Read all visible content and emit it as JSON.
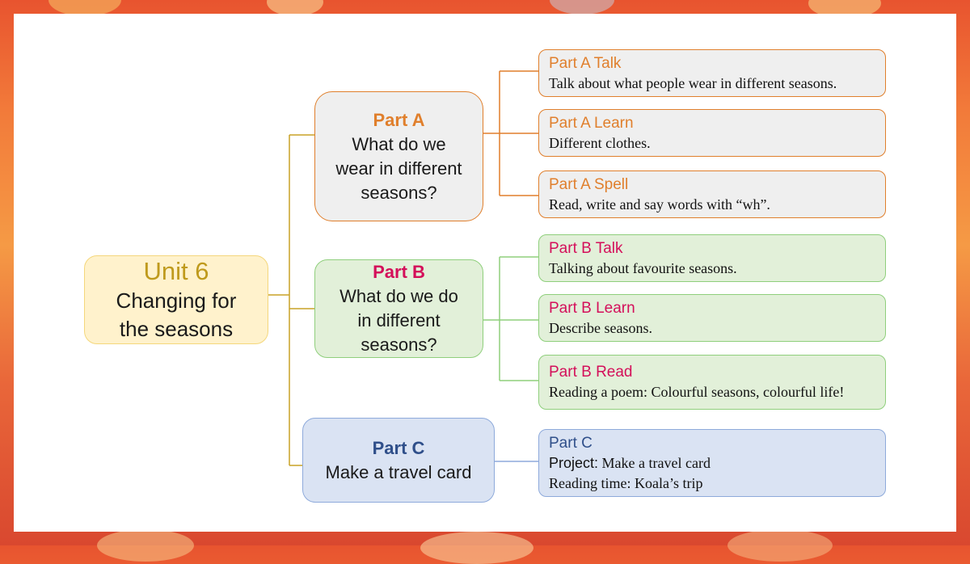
{
  "root": {
    "unit": "Unit 6",
    "title_line1": "Changing for",
    "title_line2": "the seasons"
  },
  "part_a": {
    "heading": "Part A",
    "question_line1": "What do we",
    "question_line2": "wear in different",
    "question_line3": "seasons?",
    "items": [
      {
        "title": "Part A Talk",
        "desc": "Talk about what people wear in different seasons."
      },
      {
        "title": "Part A Learn",
        "desc": "Different clothes."
      },
      {
        "title": "Part A Spell",
        "desc": "Read, write and say words  with “wh”."
      }
    ]
  },
  "part_b": {
    "heading": "Part B",
    "question_line1": "What do we do",
    "question_line2": "in different",
    "question_line3": "seasons?",
    "items": [
      {
        "title": "Part B Talk",
        "desc": "Talking about favourite seasons."
      },
      {
        "title": "Part B Learn",
        "desc": "Describe seasons."
      },
      {
        "title": "Part B Read",
        "desc": "Reading a poem: Colourful seasons, colourful life!"
      }
    ]
  },
  "part_c": {
    "heading": "Part C",
    "subtitle": "Make a travel card",
    "item": {
      "title": "Part C",
      "project_label": "Project:",
      "project_text": " Make a travel card",
      "reading": "Reading time: Koala’s trip"
    }
  },
  "colors": {
    "orange": "#e07f2c",
    "green": "#8fcf7c",
    "blue": "#8eaadb",
    "magenta": "#d40f5a",
    "gold": "#c9a227"
  }
}
